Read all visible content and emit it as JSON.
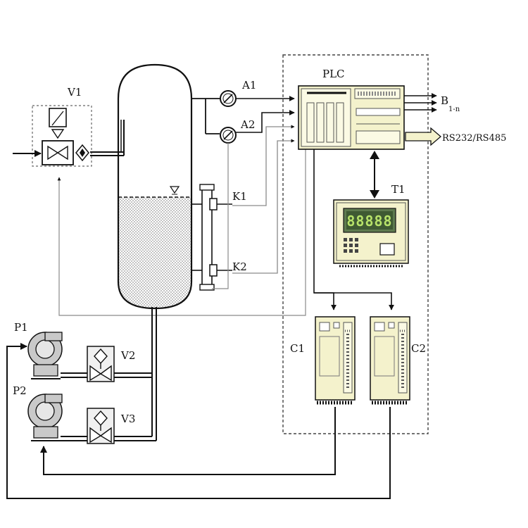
{
  "labels": {
    "v1": "V1",
    "plc": "PLC",
    "a1": "A1",
    "a2": "A2",
    "k1": "K1",
    "k2": "K2",
    "b": "B",
    "b_sub": "1-n",
    "comm": "RS232/RS485",
    "t1": "T1",
    "c1": "C1",
    "c2": "C2",
    "p1": "P1",
    "p2": "P2",
    "v2": "V2",
    "v3": "V3"
  },
  "display": {
    "digits": "88888"
  },
  "colors": {
    "equipment_fill": "#f4f2cc",
    "liquid_dots": "#9a9a9a",
    "line": "#111111",
    "signal_line": "#8a8a8a",
    "pump_fill": "#c9c9c9",
    "display_screen": "#5e7a4f"
  },
  "icons": {
    "v1": "solenoid-valve-icon",
    "v2": "control-valve-icon",
    "v3": "control-valve-icon",
    "p1": "centrifugal-pump-icon",
    "p2": "centrifugal-pump-icon",
    "a1": "pressure-gauge-icon",
    "a2": "pressure-gauge-icon",
    "k1": "level-switch-icon",
    "k2": "level-switch-icon",
    "t1": "touch-panel-icon",
    "c1": "frequency-converter-icon",
    "c2": "frequency-converter-icon",
    "plc": "plc-rack-icon"
  }
}
